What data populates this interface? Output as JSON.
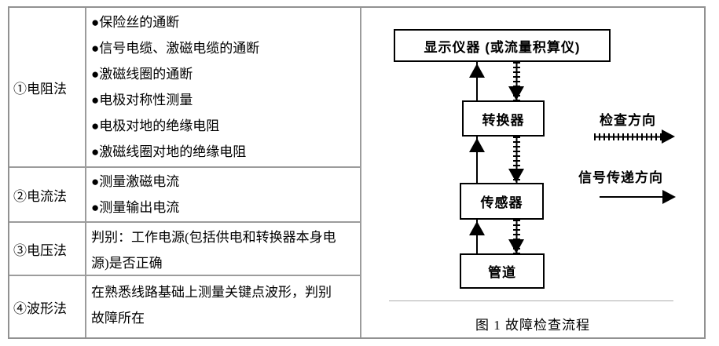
{
  "table": {
    "rows": [
      {
        "label": "①电阻法",
        "items": [
          "●保险丝的通断",
          "●信号电缆、激磁电缆的通断",
          "●激磁线圈的通断",
          "●电极对称性测量",
          "●电极对地的绝缘电阻",
          "●激磁线圈对地的绝缘电阻"
        ]
      },
      {
        "label": "②电流法",
        "items": [
          "●测量激磁电流",
          "●测量输出电流"
        ]
      },
      {
        "label": "③电压法",
        "text": "判别：工作电源(包括供电和转换器本身电源)是否正确"
      },
      {
        "label": "④波形法",
        "text": "在熟悉线路基础上测量关键点波形，判别故障所在"
      }
    ]
  },
  "diagram": {
    "boxes": {
      "display": "显示仪器 (或流量积算仪)",
      "converter": "转换器",
      "sensor": "传感器",
      "pipe": "管道"
    },
    "legend": {
      "check_direction": "检查方向",
      "signal_direction": "信号传递方向"
    },
    "caption": "图 1  故障检查流程"
  },
  "colors": {
    "table_border": "#9c9c9c",
    "diagram_line": "#000000",
    "text": "#000000"
  }
}
